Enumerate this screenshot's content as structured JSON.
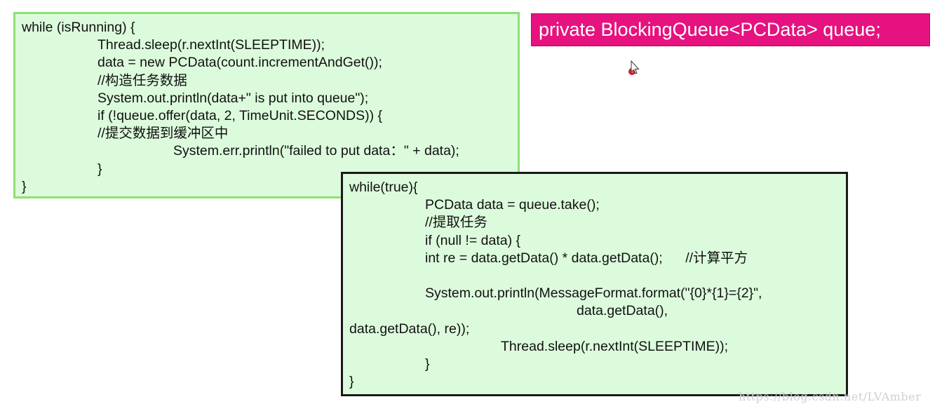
{
  "producer": {
    "lines": [
      "while (isRunning) {",
      "Thread.sleep(r.nextInt(SLEEPTIME));",
      "data = new PCData(count.incrementAndGet());",
      "//构造任务数据",
      "System.out.println(data+\" is put into queue\");",
      "if (!queue.offer(data, 2, TimeUnit.SECONDS)) {",
      "//提交数据到缓冲区中",
      "System.err.println(\"failed to put data：\" + data);",
      "}",
      "}"
    ]
  },
  "queue_banner": {
    "text": "private BlockingQueue<PCData> queue;"
  },
  "consumer": {
    "lines": [
      "while(true){",
      "PCData data = queue.take();",
      "//提取任务",
      "if (null != data) {",
      "int re = data.getData() * data.getData();      //计算平方",
      "",
      "System.out.println(MessageFormat.format(\"{0}*{1}={2}\",",
      "data.getData(),",
      "data.getData(), re));",
      "Thread.sleep(r.nextInt(SLEEPTIME));",
      "}",
      "}"
    ]
  },
  "watermark": {
    "text": "https://blog.csdn.net/LVAmber"
  },
  "colors": {
    "code_background": "#dcfbdc",
    "producer_border": "#8fe074",
    "consumer_border": "#1a1a1a",
    "banner_background": "#e6127f",
    "cursor_dot": "#e0102a"
  },
  "icons": {
    "cursor": "mouse-pointer-icon"
  }
}
